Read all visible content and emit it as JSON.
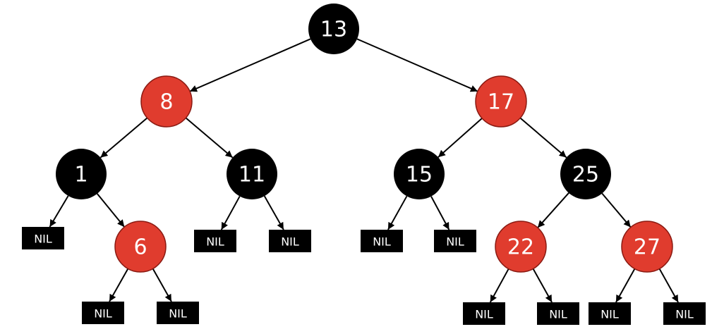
{
  "colors": {
    "black_node": "#000000",
    "red_node": "#e03c2e",
    "red_stroke": "#8a1a12",
    "label_on_node": "#ffffff",
    "nil_fill": "#000000",
    "nil_label": "#ffffff",
    "edge": "#000000",
    "background": "#ffffff"
  },
  "nodes": [
    {
      "id": "n13",
      "label": "13",
      "color": "black"
    },
    {
      "id": "n8",
      "label": "8",
      "color": "red"
    },
    {
      "id": "n17",
      "label": "17",
      "color": "red"
    },
    {
      "id": "n1",
      "label": "1",
      "color": "black"
    },
    {
      "id": "n11",
      "label": "11",
      "color": "black"
    },
    {
      "id": "n15",
      "label": "15",
      "color": "black"
    },
    {
      "id": "n25",
      "label": "25",
      "color": "black"
    },
    {
      "id": "n6",
      "label": "6",
      "color": "red"
    },
    {
      "id": "n22",
      "label": "22",
      "color": "red"
    },
    {
      "id": "n27",
      "label": "27",
      "color": "red"
    }
  ],
  "nils": [
    {
      "id": "nil-1-left",
      "label": "NIL"
    },
    {
      "id": "nil-6-left",
      "label": "NIL"
    },
    {
      "id": "nil-6-right",
      "label": "NIL"
    },
    {
      "id": "nil-11-left",
      "label": "NIL"
    },
    {
      "id": "nil-11-right",
      "label": "NIL"
    },
    {
      "id": "nil-15-left",
      "label": "NIL"
    },
    {
      "id": "nil-15-right",
      "label": "NIL"
    },
    {
      "id": "nil-22-left",
      "label": "NIL"
    },
    {
      "id": "nil-22-right",
      "label": "NIL"
    },
    {
      "id": "nil-27-left",
      "label": "NIL"
    },
    {
      "id": "nil-27-right",
      "label": "NIL"
    }
  ],
  "edges": [
    [
      "n13",
      "n8"
    ],
    [
      "n13",
      "n17"
    ],
    [
      "n8",
      "n1"
    ],
    [
      "n8",
      "n11"
    ],
    [
      "n17",
      "n15"
    ],
    [
      "n17",
      "n25"
    ],
    [
      "n1",
      "nil-1-left"
    ],
    [
      "n1",
      "n6"
    ],
    [
      "n6",
      "nil-6-left"
    ],
    [
      "n6",
      "nil-6-right"
    ],
    [
      "n11",
      "nil-11-left"
    ],
    [
      "n11",
      "nil-11-right"
    ],
    [
      "n15",
      "nil-15-left"
    ],
    [
      "n15",
      "nil-15-right"
    ],
    [
      "n25",
      "n22"
    ],
    [
      "n25",
      "n27"
    ],
    [
      "n22",
      "nil-22-left"
    ],
    [
      "n22",
      "nil-22-right"
    ],
    [
      "n27",
      "nil-27-left"
    ],
    [
      "n27",
      "nil-27-right"
    ]
  ]
}
